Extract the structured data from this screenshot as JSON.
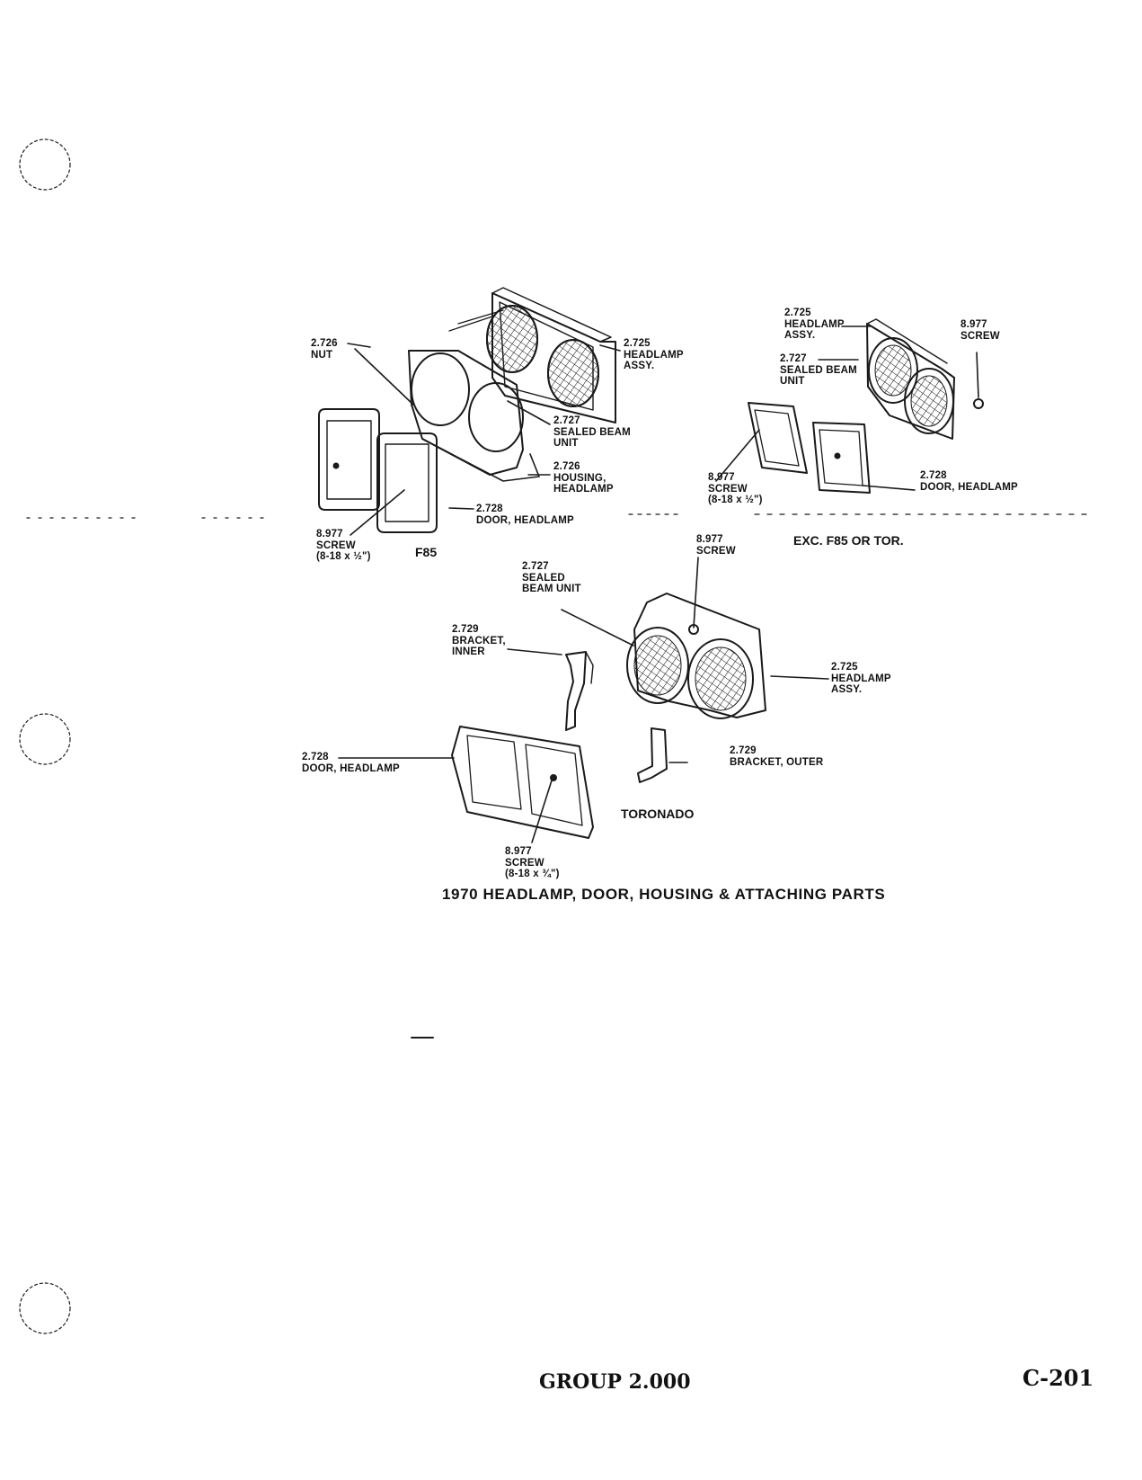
{
  "f85": {
    "section_label": "F85",
    "nut": {
      "part": "2.726",
      "name": "NUT"
    },
    "headlamp_assy": {
      "part": "2.725",
      "line1": "HEADLAMP",
      "line2": "ASSY."
    },
    "sealed_beam": {
      "part": "2.727",
      "line1": "SEALED BEAM",
      "line2": "UNIT"
    },
    "housing": {
      "part": "2.726",
      "line1": "HOUSING,",
      "line2": "HEADLAMP"
    },
    "door": {
      "part": "2.728",
      "name": "DOOR, HEADLAMP"
    },
    "screw": {
      "part": "8.977",
      "name": "SCREW",
      "size": "(8-18 x ½\")"
    }
  },
  "exc": {
    "section_label": "EXC. F85 OR TOR.",
    "headlamp_assy": {
      "part": "2.725",
      "line1": "HEADLAMP",
      "line2": "ASSY."
    },
    "sealed_beam": {
      "part": "2.727",
      "line1": "SEALED BEAM",
      "line2": "UNIT"
    },
    "screw_top": {
      "part": "8.977",
      "name": "SCREW"
    },
    "screw_door": {
      "part": "8.977",
      "name": "SCREW",
      "size": "(8-18 x ½\")"
    },
    "door": {
      "part": "2.728",
      "name": "DOOR, HEADLAMP"
    }
  },
  "toronado": {
    "section_label": "TORONADO",
    "screw_top": {
      "part": "8.977",
      "name": "SCREW"
    },
    "sealed_beam": {
      "part": "2.727",
      "line1": "SEALED",
      "line2": "BEAM UNIT"
    },
    "bracket_inner": {
      "part": "2.729",
      "line1": "BRACKET,",
      "line2": "INNER"
    },
    "headlamp_assy": {
      "part": "2.725",
      "line1": "HEADLAMP",
      "line2": "ASSY."
    },
    "door": {
      "part": "2.728",
      "name": "DOOR, HEADLAMP"
    },
    "bracket_outer": {
      "part": "2.729",
      "name": "BRACKET, OUTER"
    },
    "screw_door": {
      "part": "8.977",
      "name": "SCREW",
      "size": "(8-18 x ¾\")"
    }
  },
  "caption": "1970 HEADLAMP, DOOR, HOUSING & ATTACHING PARTS",
  "footer": {
    "group": "GROUP 2.000",
    "page": "C-201"
  }
}
